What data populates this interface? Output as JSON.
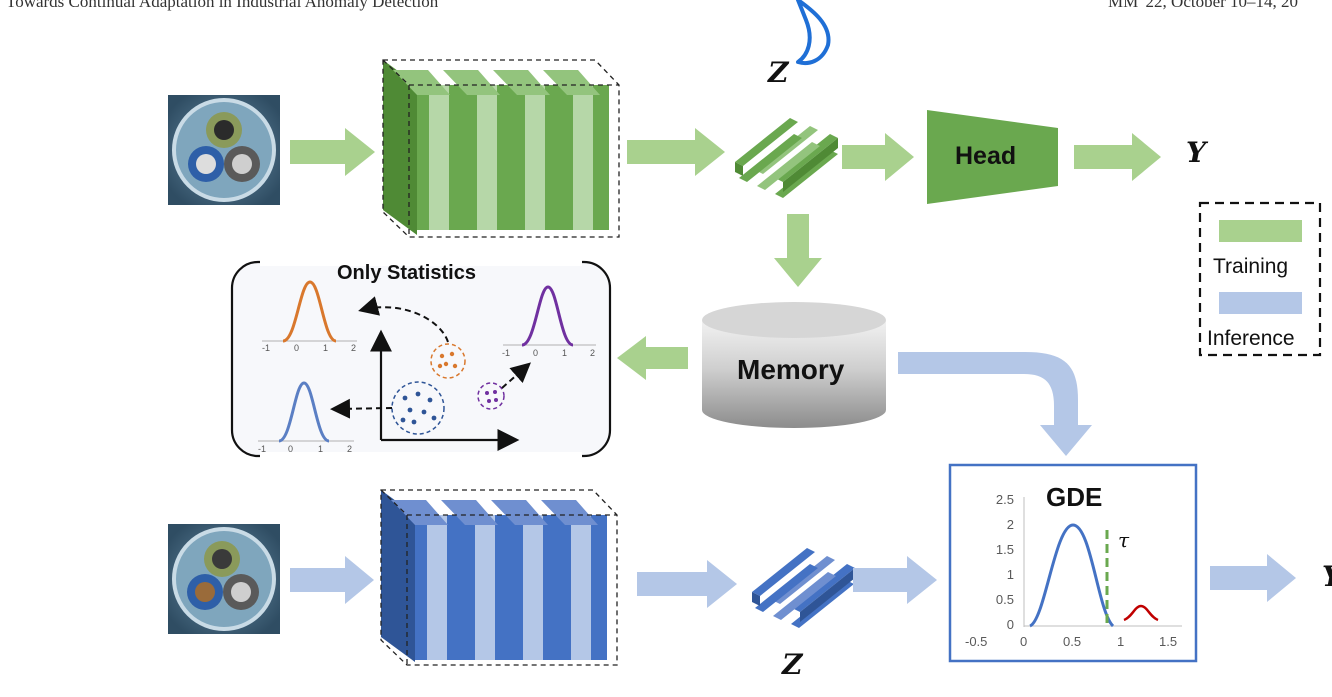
{
  "header": {
    "left": "Towards Continual Adaptation in Industrial Anomaly Detection",
    "right": "MM '22, October 10–14, 20"
  },
  "training": {
    "feature_label": "Z",
    "head_label": "Head",
    "output_label": "Y"
  },
  "memory_label": "Memory",
  "stats_panel": {
    "title": "Only Statistics",
    "axis_ticks": [
      "-1",
      "0",
      "1",
      "2"
    ]
  },
  "legend": {
    "training": "Training",
    "inference": "Inference"
  },
  "inference": {
    "feature_label": "Z",
    "gde_title": "GDE",
    "threshold_label": "τ",
    "output_label": "Y",
    "y_ticks": [
      "2.5",
      "2",
      "1.5",
      "1",
      "0.5",
      "0"
    ],
    "x_ticks": [
      "-0.5",
      "0",
      "0.5",
      "1",
      "1.5"
    ]
  },
  "colors": {
    "training": "#6aa84f",
    "training_arrow": "#a9d18e",
    "inference": "#4472c4",
    "inference_arrow": "#b4c7e7",
    "gauss_orange": "#d9782d",
    "gauss_purple": "#7030a0",
    "gauss_blue": "#5b7fc4",
    "anomaly_red": "#c00000"
  },
  "icons": {
    "ml_logo": "ml-curve-icon",
    "input_image": "cable-photo"
  }
}
